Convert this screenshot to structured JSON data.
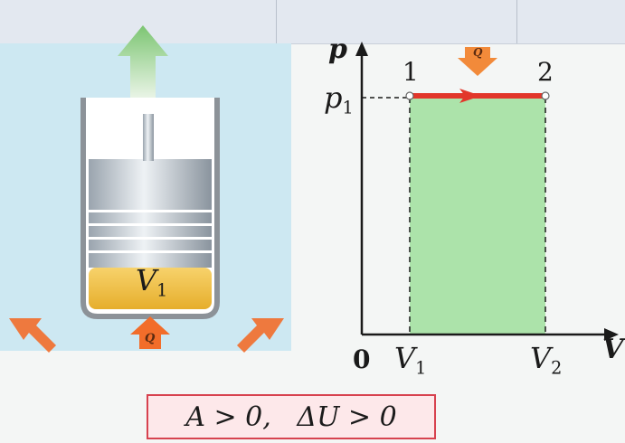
{
  "piston": {
    "volume_symbol": "V",
    "volume_subscript": "1",
    "heat_label": "Q"
  },
  "graph": {
    "y_axis_label": "p",
    "x_axis_label": "V",
    "origin_label": "0",
    "pressure_symbol": "p",
    "pressure_subscript": "1",
    "v1_symbol": "V",
    "v1_subscript": "1",
    "v2_symbol": "V",
    "v2_subscript": "2",
    "point1_label": "1",
    "point2_label": "2",
    "heat_label": "Q"
  },
  "formula": "A > 0,   ΔU > 0",
  "colors": {
    "water": "#cde8f2",
    "gas": "#f0c24a",
    "work_area": "#9fdf9c",
    "process_line": "#e2362a",
    "heat_arrow": "#f26d2a",
    "work_arrow": "#7cc572"
  }
}
